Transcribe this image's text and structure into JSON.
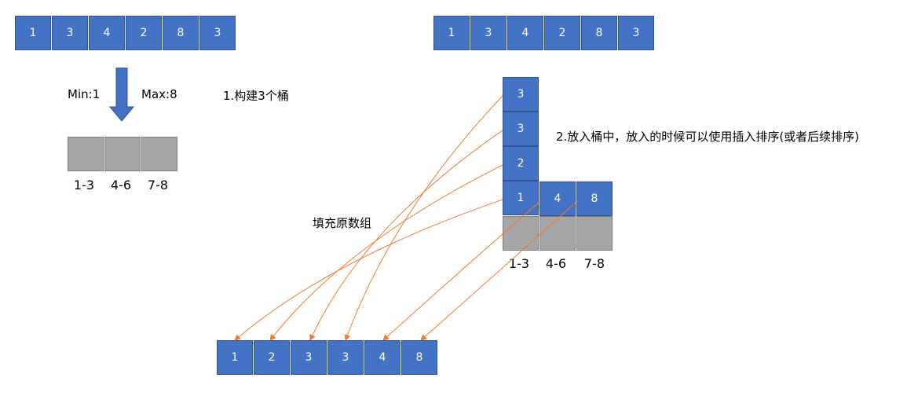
{
  "original_array": [
    "1",
    "3",
    "4",
    "2",
    "8",
    "3"
  ],
  "min_label": "Min:1",
  "max_label": "Max:8",
  "step1_label": "1.构建3个桶",
  "step2_label": "2.放入桶中，放入的时候可以使用插入排序(或者后续排序)",
  "fill_label": "填充原数组",
  "bucket_ranges": [
    "1-3",
    "4-6",
    "7-8"
  ],
  "bucket1_items_top_to_bottom": [
    "3",
    "3",
    "2",
    "1"
  ],
  "bucket2_items": [
    "4"
  ],
  "bucket3_items": [
    "8"
  ],
  "result_array": [
    "1",
    "2",
    "3",
    "3",
    "4",
    "8"
  ],
  "colors": {
    "cell_fill": "#4472c4",
    "cell_border": "#2f528f",
    "bucket_fill": "#a5a5a5",
    "arrow": "#ed7d31"
  }
}
